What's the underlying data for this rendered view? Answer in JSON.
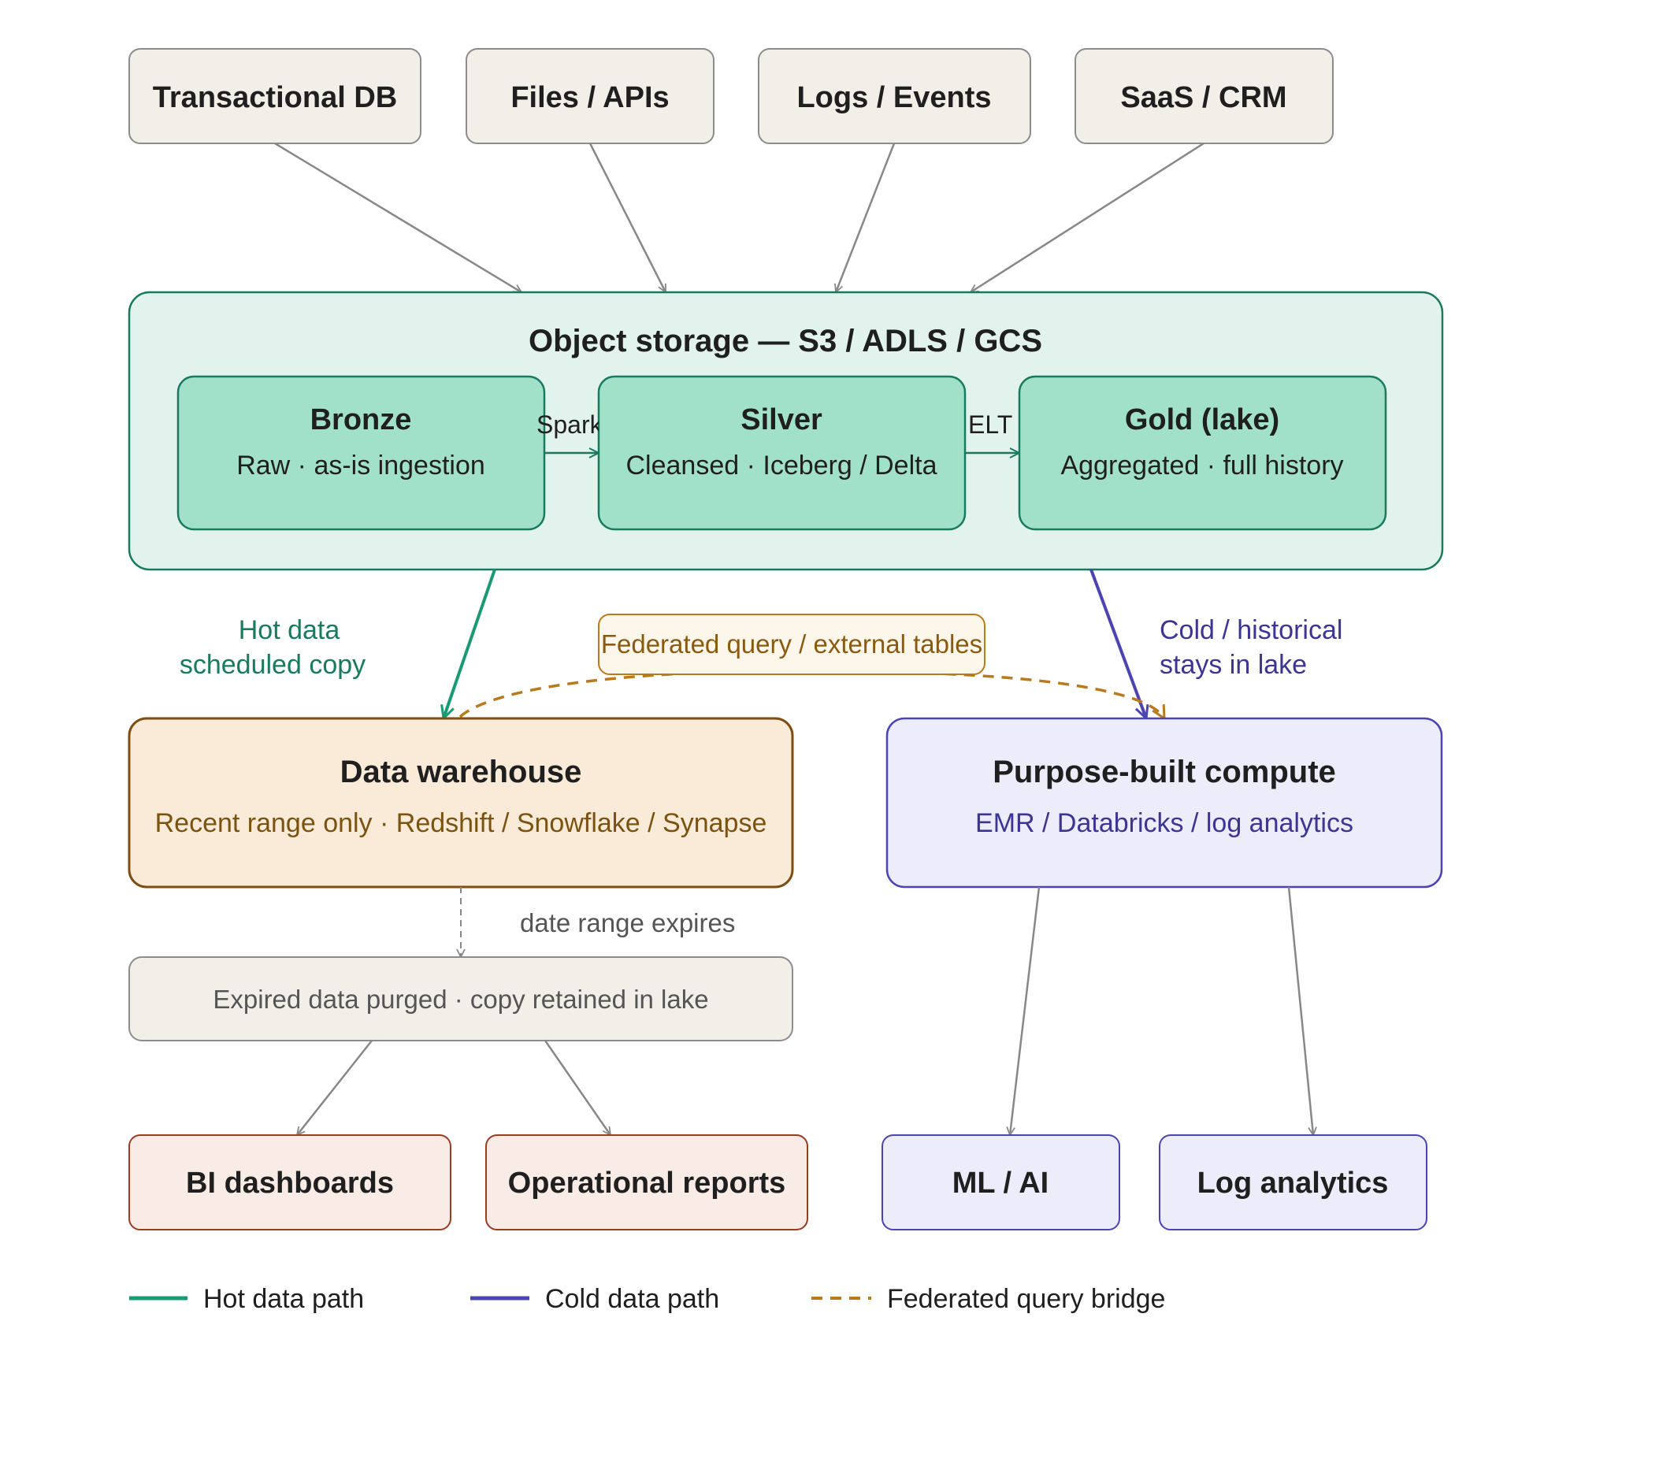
{
  "sources": [
    {
      "label": "Transactional DB"
    },
    {
      "label": "Files / APIs"
    },
    {
      "label": "Logs / Events"
    },
    {
      "label": "SaaS / CRM"
    }
  ],
  "object_storage": {
    "title": "Object storage — S3 / ADLS / GCS",
    "bronze": {
      "title": "Bronze",
      "subtitle": "Raw · as-is ingestion"
    },
    "silver": {
      "title": "Silver",
      "subtitle": "Cleansed · Iceberg / Delta"
    },
    "gold": {
      "title": "Gold (lake)",
      "subtitle": "Aggregated · full history"
    },
    "spark_label": "Spark",
    "elt_label": "ELT"
  },
  "hot_path_label": {
    "line1": "Hot data",
    "line2": "scheduled copy"
  },
  "cold_path_label": {
    "line1": "Cold / historical",
    "line2": "stays in lake"
  },
  "federated_label": "Federated query / external tables",
  "warehouse": {
    "title": "Data warehouse",
    "subtitle": "Recent range only · Redshift / Snowflake / Synapse"
  },
  "compute": {
    "title": "Purpose-built compute",
    "subtitle": "EMR / Databricks / log analytics"
  },
  "expiry_label": "date range expires",
  "purged": {
    "label": "Expired data purged · copy retained in lake"
  },
  "consumers": [
    {
      "label": "BI dashboards"
    },
    {
      "label": "Operational reports"
    },
    {
      "label": "ML / AI"
    },
    {
      "label": "Log analytics"
    }
  ],
  "legend": [
    {
      "label": "Hot data path"
    },
    {
      "label": "Cold data path"
    },
    {
      "label": "Federated query bridge"
    }
  ],
  "colors": {
    "hot": "#1a9a74",
    "cold": "#4b44b2",
    "federated": "#b97a1c",
    "neutral_arrow": "#888888"
  }
}
